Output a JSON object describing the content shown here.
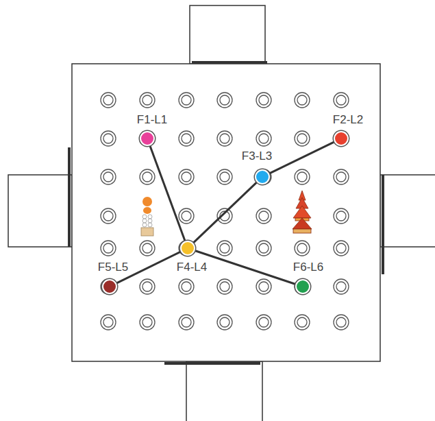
{
  "diagram": {
    "nodes": [
      {
        "text": [
          "F1-L1"
        ]
      },
      {
        "text": [
          "F2-L2"
        ]
      },
      {
        "text": [
          "F3-L3"
        ]
      },
      {
        "text": [
          "F4-L4"
        ]
      },
      {
        "text": [
          "F5-L5"
        ]
      },
      {
        "text": [
          "F6-L6"
        ]
      }
    ],
    "edges": [
      {
        "from": 0,
        "to": 3,
        "arrow": "none"
      },
      {
        "from": 1,
        "to": 2,
        "arrow": "none"
      },
      {
        "from": 2,
        "to": 3,
        "arrow": "none"
      },
      {
        "from": 3,
        "to": 4,
        "arrow": "none"
      },
      {
        "from": 3,
        "to": 5,
        "arrow": "none"
      }
    ]
  }
}
